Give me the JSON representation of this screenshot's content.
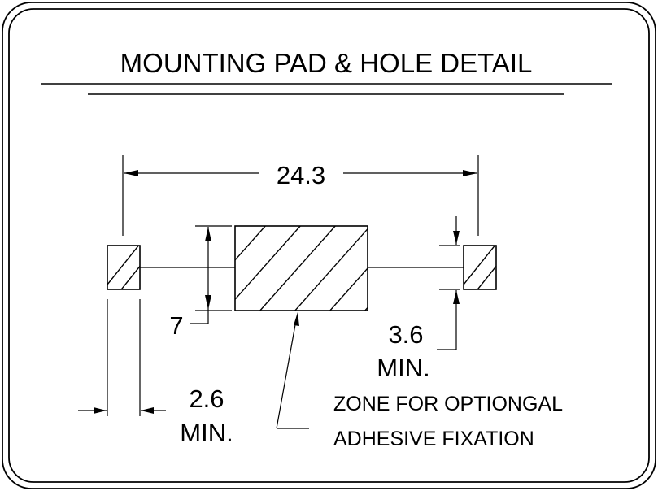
{
  "title": "MOUNTING PAD & HOLE DETAIL",
  "dimensions": {
    "overall": "24.3",
    "pad_height": "7",
    "hole_width_value": "2.6",
    "hole_width_note": "MIN.",
    "hole_height_value": "3.6",
    "hole_height_note": "MIN."
  },
  "annotation": {
    "line1": "ZONE FOR OPTIONGAL",
    "line2": "ADHESIVE FIXATION"
  }
}
